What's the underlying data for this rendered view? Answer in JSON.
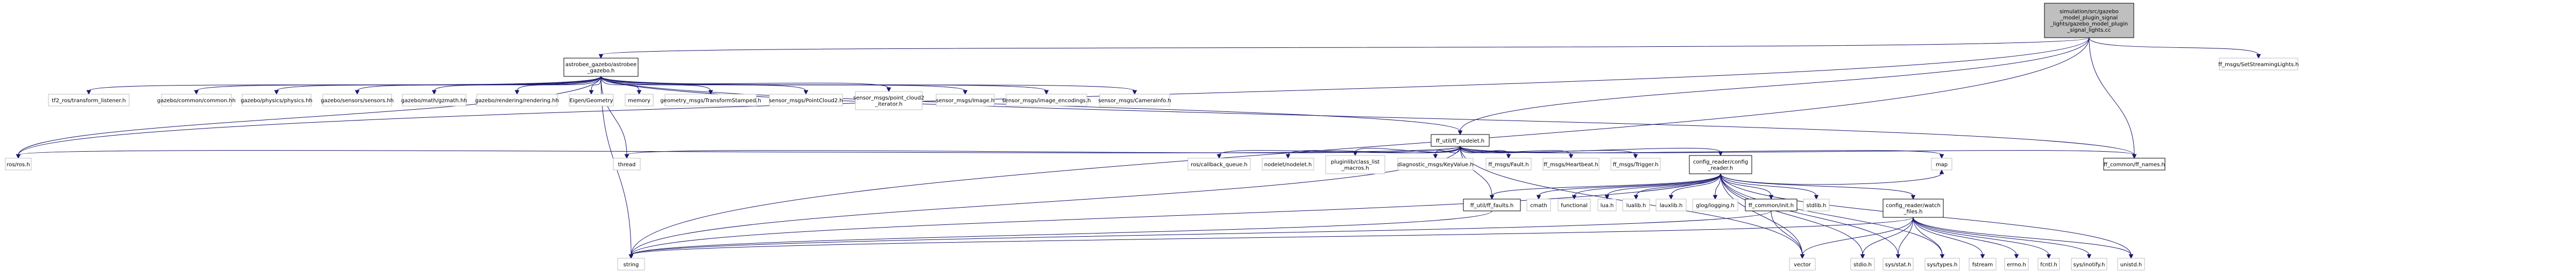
{
  "diagram": {
    "title": "",
    "nodes": [
      {
        "id": "root",
        "lines": [
          "simulation/src/gazebo",
          "_model_plugin_signal",
          "_lights/gazebo_model_plugin",
          "_signal_lights.cc"
        ],
        "style": "root"
      },
      {
        "id": "ab_gazebo",
        "lines": [
          "astrobee_gazebo/astrobee",
          "_gazebo.h"
        ],
        "style": "box"
      },
      {
        "id": "ff_nodelet",
        "lines": [
          "ff_util/ff_nodelet.h"
        ],
        "style": "box"
      },
      {
        "id": "set_streaming",
        "lines": [
          "ff_msgs/SetStreamingLights.h"
        ],
        "style": "plain"
      },
      {
        "id": "tf2_ros",
        "lines": [
          "tf2_ros/transform_listener.h"
        ],
        "style": "plain"
      },
      {
        "id": "gz_common",
        "lines": [
          "gazebo/common/common.hh"
        ],
        "style": "plain"
      },
      {
        "id": "gz_physics",
        "lines": [
          "gazebo/physics/physics.hh"
        ],
        "style": "plain"
      },
      {
        "id": "gz_sensors",
        "lines": [
          "gazebo/sensors/sensors.hh"
        ],
        "style": "plain"
      },
      {
        "id": "gz_math",
        "lines": [
          "gazebo/math/gzmath.hh"
        ],
        "style": "plain"
      },
      {
        "id": "gz_rendering",
        "lines": [
          "gazebo/rendering/rendering.hh"
        ],
        "style": "plain"
      },
      {
        "id": "eigen",
        "lines": [
          "Eigen/Geometry"
        ],
        "style": "plain"
      },
      {
        "id": "memory",
        "lines": [
          "memory"
        ],
        "style": "plain"
      },
      {
        "id": "geom_tf",
        "lines": [
          "geometry_msgs/TransformStamped.h"
        ],
        "style": "plain"
      },
      {
        "id": "pc2",
        "lines": [
          "sensor_msgs/PointCloud2.h"
        ],
        "style": "plain"
      },
      {
        "id": "pc2_iter",
        "lines": [
          "sensor_msgs/point_cloud2",
          "_iterator.h"
        ],
        "style": "plain"
      },
      {
        "id": "image",
        "lines": [
          "sensor_msgs/Image.h"
        ],
        "style": "plain"
      },
      {
        "id": "image_enc",
        "lines": [
          "sensor_msgs/image_encodings.h"
        ],
        "style": "plain"
      },
      {
        "id": "caminfo",
        "lines": [
          "sensor_msgs/CameraInfo.h"
        ],
        "style": "plain"
      },
      {
        "id": "ros",
        "lines": [
          "ros/ros.h"
        ],
        "style": "plain"
      },
      {
        "id": "thread",
        "lines": [
          "thread"
        ],
        "style": "plain"
      },
      {
        "id": "string",
        "lines": [
          "string"
        ],
        "style": "plain"
      },
      {
        "id": "cbqueue",
        "lines": [
          "ros/callback_queue.h"
        ],
        "style": "plain"
      },
      {
        "id": "nodelet",
        "lines": [
          "nodelet/nodelet.h"
        ],
        "style": "plain"
      },
      {
        "id": "pluginlib",
        "lines": [
          "pluginlib/class_list",
          "_macros.h"
        ],
        "style": "plain"
      },
      {
        "id": "diag",
        "lines": [
          "diagnostic_msgs/KeyValue.h"
        ],
        "style": "plain"
      },
      {
        "id": "fault",
        "lines": [
          "ff_msgs/Fault.h"
        ],
        "style": "plain"
      },
      {
        "id": "heartbeat",
        "lines": [
          "ff_msgs/Heartbeat.h"
        ],
        "style": "plain"
      },
      {
        "id": "trigger",
        "lines": [
          "ff_msgs/Trigger.h"
        ],
        "style": "plain"
      },
      {
        "id": "cfg_reader",
        "lines": [
          "config_reader/config",
          "_reader.h"
        ],
        "style": "box"
      },
      {
        "id": "map",
        "lines": [
          "map"
        ],
        "style": "plain"
      },
      {
        "id": "ff_names",
        "lines": [
          "ff_common/ff_names.h"
        ],
        "style": "box"
      },
      {
        "id": "ff_faults",
        "lines": [
          "ff_util/ff_faults.h"
        ],
        "style": "box"
      },
      {
        "id": "cmath",
        "lines": [
          "cmath"
        ],
        "style": "plain"
      },
      {
        "id": "functional",
        "lines": [
          "functional"
        ],
        "style": "plain"
      },
      {
        "id": "lua",
        "lines": [
          "lua.h"
        ],
        "style": "plain"
      },
      {
        "id": "lualib",
        "lines": [
          "lualib.h"
        ],
        "style": "plain"
      },
      {
        "id": "lauxlib",
        "lines": [
          "lauxlib.h"
        ],
        "style": "plain"
      },
      {
        "id": "glog",
        "lines": [
          "glog/logging.h"
        ],
        "style": "plain"
      },
      {
        "id": "ff_init",
        "lines": [
          "ff_common/init.h"
        ],
        "style": "box"
      },
      {
        "id": "stdlib",
        "lines": [
          "stdlib.h"
        ],
        "style": "plain"
      },
      {
        "id": "watch",
        "lines": [
          "config_reader/watch",
          "_files.h"
        ],
        "style": "box"
      },
      {
        "id": "vector",
        "lines": [
          "vector"
        ],
        "style": "plain"
      },
      {
        "id": "stdio",
        "lines": [
          "stdio.h"
        ],
        "style": "plain"
      },
      {
        "id": "sysstat",
        "lines": [
          "sys/stat.h"
        ],
        "style": "plain"
      },
      {
        "id": "systypes",
        "lines": [
          "sys/types.h"
        ],
        "style": "plain"
      },
      {
        "id": "fstream",
        "lines": [
          "fstream"
        ],
        "style": "plain"
      },
      {
        "id": "errno",
        "lines": [
          "errno.h"
        ],
        "style": "plain"
      },
      {
        "id": "fcntl",
        "lines": [
          "fcntl.h"
        ],
        "style": "plain"
      },
      {
        "id": "inotify",
        "lines": [
          "sys/inotify.h"
        ],
        "style": "plain"
      },
      {
        "id": "unistd",
        "lines": [
          "unistd.h"
        ],
        "style": "plain"
      }
    ],
    "edges": [
      [
        "root",
        "ab_gazebo"
      ],
      [
        "root",
        "ff_nodelet"
      ],
      [
        "root",
        "set_streaming"
      ],
      [
        "root",
        "ff_names"
      ],
      [
        "root",
        "ros"
      ],
      [
        "root",
        "string"
      ],
      [
        "ab_gazebo",
        "tf2_ros"
      ],
      [
        "ab_gazebo",
        "gz_common"
      ],
      [
        "ab_gazebo",
        "gz_physics"
      ],
      [
        "ab_gazebo",
        "gz_sensors"
      ],
      [
        "ab_gazebo",
        "gz_math"
      ],
      [
        "ab_gazebo",
        "gz_rendering"
      ],
      [
        "ab_gazebo",
        "eigen"
      ],
      [
        "ab_gazebo",
        "memory"
      ],
      [
        "ab_gazebo",
        "geom_tf"
      ],
      [
        "ab_gazebo",
        "pc2"
      ],
      [
        "ab_gazebo",
        "pc2_iter"
      ],
      [
        "ab_gazebo",
        "image"
      ],
      [
        "ab_gazebo",
        "image_enc"
      ],
      [
        "ab_gazebo",
        "caminfo"
      ],
      [
        "ab_gazebo",
        "ff_nodelet"
      ],
      [
        "ab_gazebo",
        "ros"
      ],
      [
        "ab_gazebo",
        "thread"
      ],
      [
        "ab_gazebo",
        "string"
      ],
      [
        "ab_gazebo",
        "ff_names"
      ],
      [
        "ff_nodelet",
        "ros"
      ],
      [
        "ff_nodelet",
        "thread"
      ],
      [
        "ff_nodelet",
        "cbqueue"
      ],
      [
        "ff_nodelet",
        "nodelet"
      ],
      [
        "ff_nodelet",
        "pluginlib"
      ],
      [
        "ff_nodelet",
        "diag"
      ],
      [
        "ff_nodelet",
        "fault"
      ],
      [
        "ff_nodelet",
        "heartbeat"
      ],
      [
        "ff_nodelet",
        "trigger"
      ],
      [
        "ff_nodelet",
        "cfg_reader"
      ],
      [
        "ff_nodelet",
        "map"
      ],
      [
        "ff_nodelet",
        "ff_names"
      ],
      [
        "ff_nodelet",
        "ff_faults"
      ],
      [
        "ff_nodelet",
        "string"
      ],
      [
        "ff_nodelet",
        "vector"
      ],
      [
        "cfg_reader",
        "ff_faults"
      ],
      [
        "cfg_reader",
        "cmath"
      ],
      [
        "cfg_reader",
        "functional"
      ],
      [
        "cfg_reader",
        "lua"
      ],
      [
        "cfg_reader",
        "lualib"
      ],
      [
        "cfg_reader",
        "lauxlib"
      ],
      [
        "cfg_reader",
        "glog"
      ],
      [
        "cfg_reader",
        "ff_init"
      ],
      [
        "cfg_reader",
        "stdlib"
      ],
      [
        "cfg_reader",
        "watch"
      ],
      [
        "cfg_reader",
        "vector"
      ],
      [
        "cfg_reader",
        "stdio"
      ],
      [
        "cfg_reader",
        "sysstat"
      ],
      [
        "cfg_reader",
        "systypes"
      ],
      [
        "cfg_reader",
        "unistd"
      ],
      [
        "cfg_reader",
        "string"
      ],
      [
        "cfg_reader",
        "map"
      ],
      [
        "ff_faults",
        "string"
      ],
      [
        "ff_init",
        "string"
      ],
      [
        "ff_init",
        "vector"
      ],
      [
        "watch",
        "string"
      ],
      [
        "watch",
        "vector"
      ],
      [
        "watch",
        "stdio"
      ],
      [
        "watch",
        "sysstat"
      ],
      [
        "watch",
        "systypes"
      ],
      [
        "watch",
        "fstream"
      ],
      [
        "watch",
        "errno"
      ],
      [
        "watch",
        "fcntl"
      ],
      [
        "watch",
        "inotify"
      ],
      [
        "watch",
        "unistd"
      ]
    ]
  }
}
